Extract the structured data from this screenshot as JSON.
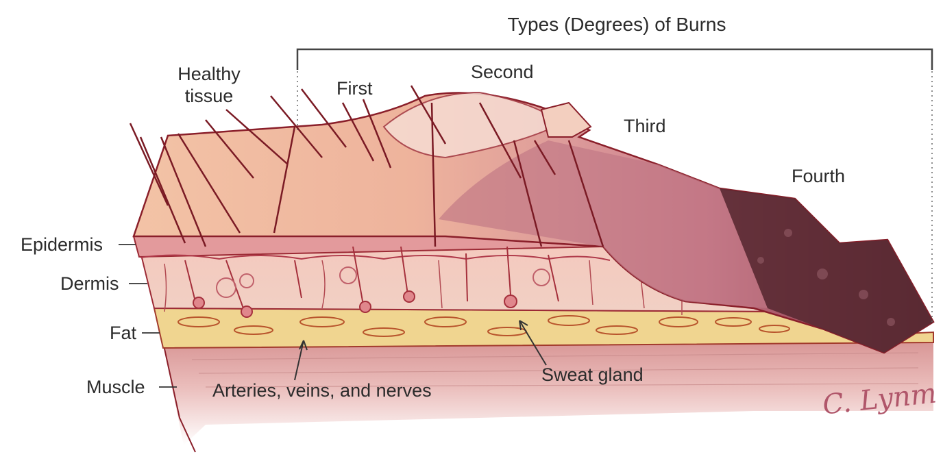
{
  "title": "Types (Degrees) of Burns",
  "degrees": {
    "healthy": "Healthy\ntissue",
    "first": "First",
    "second": "Second",
    "third": "Third",
    "fourth": "Fourth"
  },
  "layers": {
    "epidermis": "Epidermis",
    "dermis": "Dermis",
    "fat": "Fat",
    "muscle": "Muscle"
  },
  "callouts": {
    "vessels": "Arteries, veins, and nerves",
    "sweat_gland": "Sweat gland"
  },
  "signature": "C. Lynm",
  "colors": {
    "skin": "#f0b9a0",
    "skin_dark": "#b03a4a",
    "fat": "#f0d590",
    "muscle": "#e8b6b4",
    "char": "#5a2a33",
    "outline": "#8a1f2a",
    "label": "#2b2b2b"
  }
}
